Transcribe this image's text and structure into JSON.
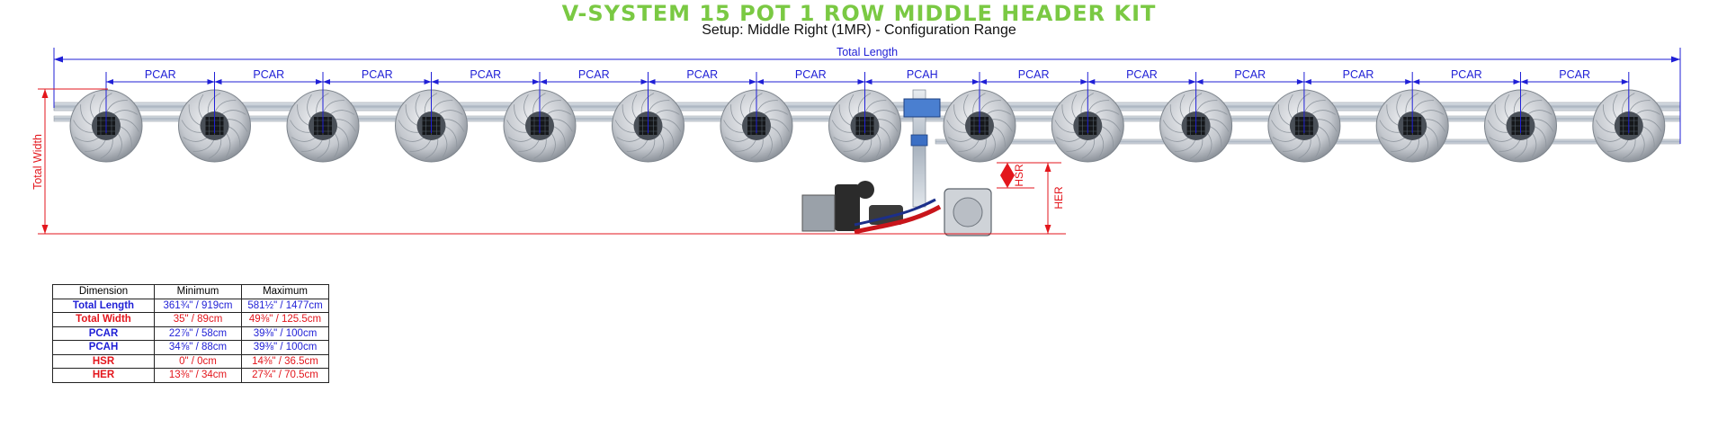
{
  "header": {
    "title": "V-SYSTEM 15 POT 1 ROW MIDDLE HEADER KIT",
    "subtitle": "Setup: Middle Right (1MR) - Configuration Range"
  },
  "labels": {
    "total_length": "Total Length",
    "total_width": "Total Width",
    "pcar": "PCAR",
    "pcah": "PCAH",
    "hsr": "HSR",
    "her": "HER"
  },
  "diagram": {
    "pot_count": 15,
    "header_after_pot": 8
  },
  "table": {
    "headers": [
      "Dimension",
      "Minimum",
      "Maximum"
    ],
    "rows": [
      {
        "name": "Total Length",
        "min": "361¾\" / 919cm",
        "max": "581½\" / 1477cm",
        "color": "blue"
      },
      {
        "name": "Total Width",
        "min": "35\" / 89cm",
        "max": "49⅜\" / 125.5cm",
        "color": "red"
      },
      {
        "name": "PCAR",
        "min": "22⅞\" / 58cm",
        "max": "39⅜\" / 100cm",
        "color": "blue"
      },
      {
        "name": "PCAH",
        "min": "34⅝\" / 88cm",
        "max": "39⅜\" / 100cm",
        "color": "blue"
      },
      {
        "name": "HSR",
        "min": "0\" / 0cm",
        "max": "14⅜\" / 36.5cm",
        "color": "red"
      },
      {
        "name": "HER",
        "min": "13⅜\" / 34cm",
        "max": "27¾\" / 70.5cm",
        "color": "red"
      }
    ]
  },
  "colors": {
    "title": "#7ac943",
    "blue": "#1f1fd6",
    "red": "#e3161c",
    "pipe": "#b9c3cf",
    "pot": "#c7cbd1"
  }
}
